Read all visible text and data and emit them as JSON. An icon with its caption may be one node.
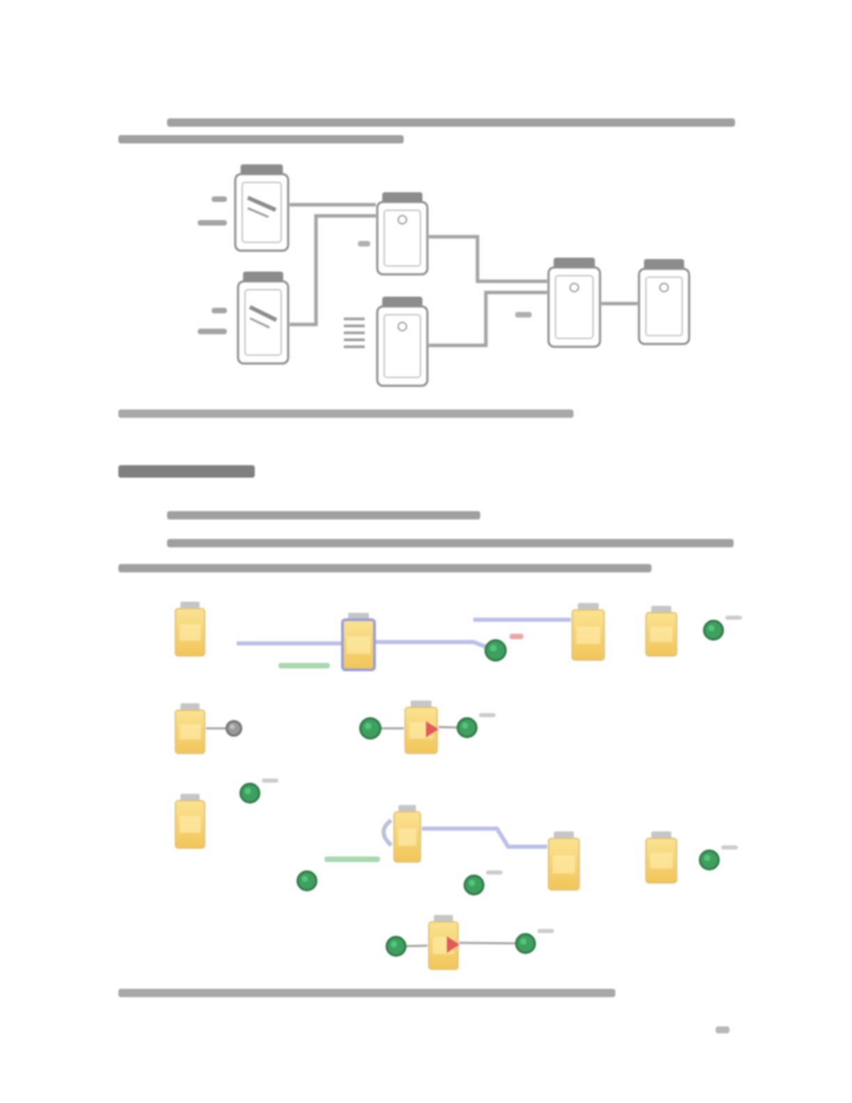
{
  "diagram": {
    "nodes": [
      {
        "text": [],
        "shape": "box"
      },
      {
        "text": [],
        "shape": "box"
      },
      {
        "text": [],
        "shape": "box"
      },
      {
        "text": [],
        "shape": "box"
      },
      {
        "text": [],
        "shape": "box"
      },
      {
        "text": [],
        "shape": "box"
      },
      {
        "text": [],
        "shape": "box"
      },
      {
        "text": [],
        "shape": "box"
      },
      {
        "text": [],
        "shape": "circle"
      },
      {
        "text": [],
        "shape": "box"
      },
      {
        "text": [],
        "shape": "box"
      },
      {
        "text": [],
        "shape": "circle"
      },
      {
        "text": [],
        "shape": "box"
      },
      {
        "text": [],
        "shape": "circle"
      },
      {
        "text": [],
        "shape": "circle"
      },
      {
        "text": [],
        "shape": "box"
      },
      {
        "text": [],
        "shape": "circle"
      },
      {
        "text": [],
        "shape": "box"
      },
      {
        "text": [],
        "shape": "circle"
      },
      {
        "text": [],
        "shape": "circle"
      },
      {
        "text": [],
        "shape": "box"
      },
      {
        "text": [],
        "shape": "circle"
      },
      {
        "text": [],
        "shape": "box"
      },
      {
        "text": [],
        "shape": "box"
      },
      {
        "text": [],
        "shape": "circle"
      },
      {
        "text": [],
        "shape": "circle"
      },
      {
        "text": [],
        "shape": "box"
      },
      {
        "text": [],
        "shape": "circle"
      }
    ],
    "edges": [
      {
        "from": 0,
        "to": 2,
        "arrow": "none"
      },
      {
        "from": 1,
        "to": 2,
        "arrow": "none"
      },
      {
        "from": 2,
        "to": 4,
        "arrow": "none"
      },
      {
        "from": 3,
        "to": 4,
        "arrow": "none"
      },
      {
        "from": 4,
        "to": 5,
        "arrow": "none"
      },
      {
        "from": null,
        "to": 7,
        "arrow": "none",
        "color": "#bcc0e8"
      },
      {
        "from": 7,
        "to": 8,
        "arrow": "none",
        "color": "#bcc0e8"
      },
      {
        "from": null,
        "to": 9,
        "arrow": "none",
        "color": "#bcc0e8"
      },
      {
        "from": 12,
        "to": 13,
        "arrow": "none"
      },
      {
        "from": 14,
        "to": 15,
        "arrow": "none"
      },
      {
        "from": 15,
        "to": 16,
        "arrow": "none"
      },
      {
        "from": 20,
        "to": 22,
        "arrow": "none",
        "color": "#bcc0e8"
      },
      {
        "from": 25,
        "to": 26,
        "arrow": "none"
      },
      {
        "from": 26,
        "to": 27,
        "arrow": "none"
      }
    ]
  }
}
